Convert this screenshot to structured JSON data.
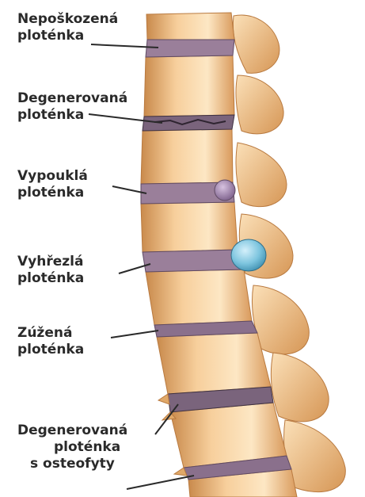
{
  "labels": [
    {
      "id": "healthy",
      "lines": [
        "Nepoškozená",
        "ploténka"
      ]
    },
    {
      "id": "degenerated",
      "lines": [
        "Degenerovaná",
        "ploténka"
      ]
    },
    {
      "id": "bulging",
      "lines": [
        "Vypouklá",
        "ploténka"
      ]
    },
    {
      "id": "herniated",
      "lines": [
        "Vyhřezlá",
        "ploténka"
      ]
    },
    {
      "id": "narrowed",
      "lines": [
        "Zúžená",
        "ploténka"
      ]
    },
    {
      "id": "degenerated-osteophytes",
      "lines": [
        "Degenerovaná",
        "ploténka",
        "s osteofyty"
      ]
    }
  ],
  "colors": {
    "bone": "#f3c48e",
    "bone_shadow": "#c98a4c",
    "bone_highlight": "#fde7c4",
    "disc": "#9a7f9a",
    "disc_dark": "#5f4a63",
    "bulge": "#a689b4",
    "hernia": "#7cc4de",
    "label_text": "#2a2a2a"
  }
}
